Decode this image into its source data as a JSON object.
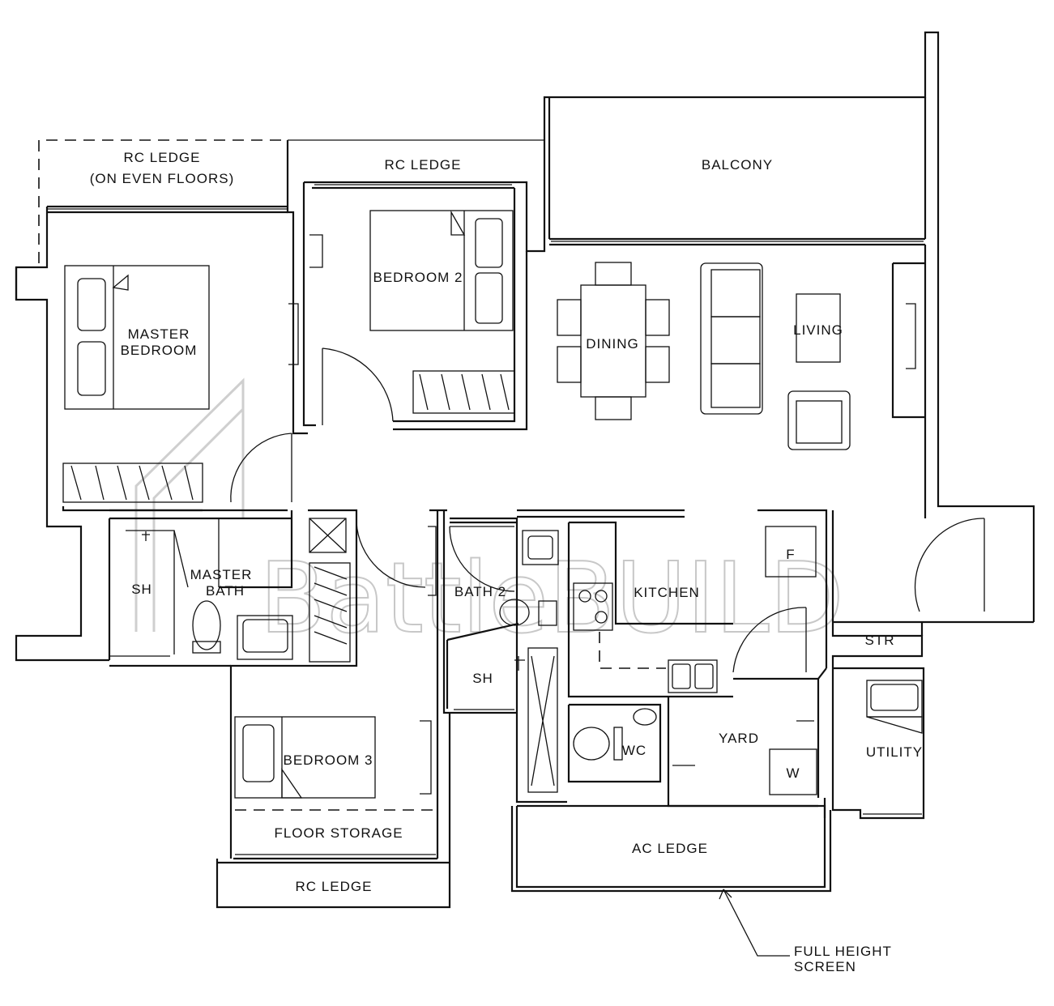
{
  "rooms": {
    "rc_ledge_even_line1": "RC LEDGE",
    "rc_ledge_even_line2": "(ON EVEN FLOORS)",
    "rc_ledge_top": "RC LEDGE",
    "balcony": "BALCONY",
    "bedroom2": "BEDROOM 2",
    "master_bedroom_line1": "MASTER",
    "master_bedroom_line2": "BEDROOM",
    "dining": "DINING",
    "living": "LIVING",
    "master_bath_line1": "MASTER",
    "master_bath_line2": "BATH",
    "sh_master": "SH",
    "bath2": "BATH 2",
    "kitchen": "KITCHEN",
    "fridge": "F",
    "str": "STR",
    "sh_bath2": "SH",
    "wc": "WC",
    "yard": "YARD",
    "washer": "W",
    "utility": "UTILITY",
    "bedroom3": "BEDROOM 3",
    "floor_storage": "FLOOR STORAGE",
    "rc_ledge_bottom": "RC LEDGE",
    "ac_ledge": "AC LEDGE",
    "screen_line1": "FULL HEIGHT",
    "screen_line2": "SCREEN"
  },
  "watermark": "BattleBUILD"
}
